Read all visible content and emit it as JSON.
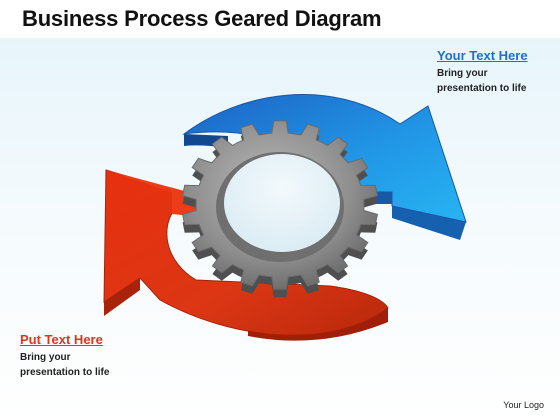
{
  "title": "Business Process Geared Diagram",
  "notes": {
    "blue": {
      "heading": "Your Text Here",
      "line1": "Bring your",
      "line2": "presentation  to life"
    },
    "red": {
      "heading": "Put Text Here",
      "line1": "Bring your",
      "line2": "presentation  to life"
    }
  },
  "footer": "Your Logo",
  "colors": {
    "blue_arrow": "#1f7fd6",
    "red_arrow": "#e0351a",
    "gear": "#8c8c8c",
    "title": "#111111"
  },
  "icons": [
    "gear-icon",
    "blue-arrow-icon",
    "red-arrow-icon"
  ]
}
